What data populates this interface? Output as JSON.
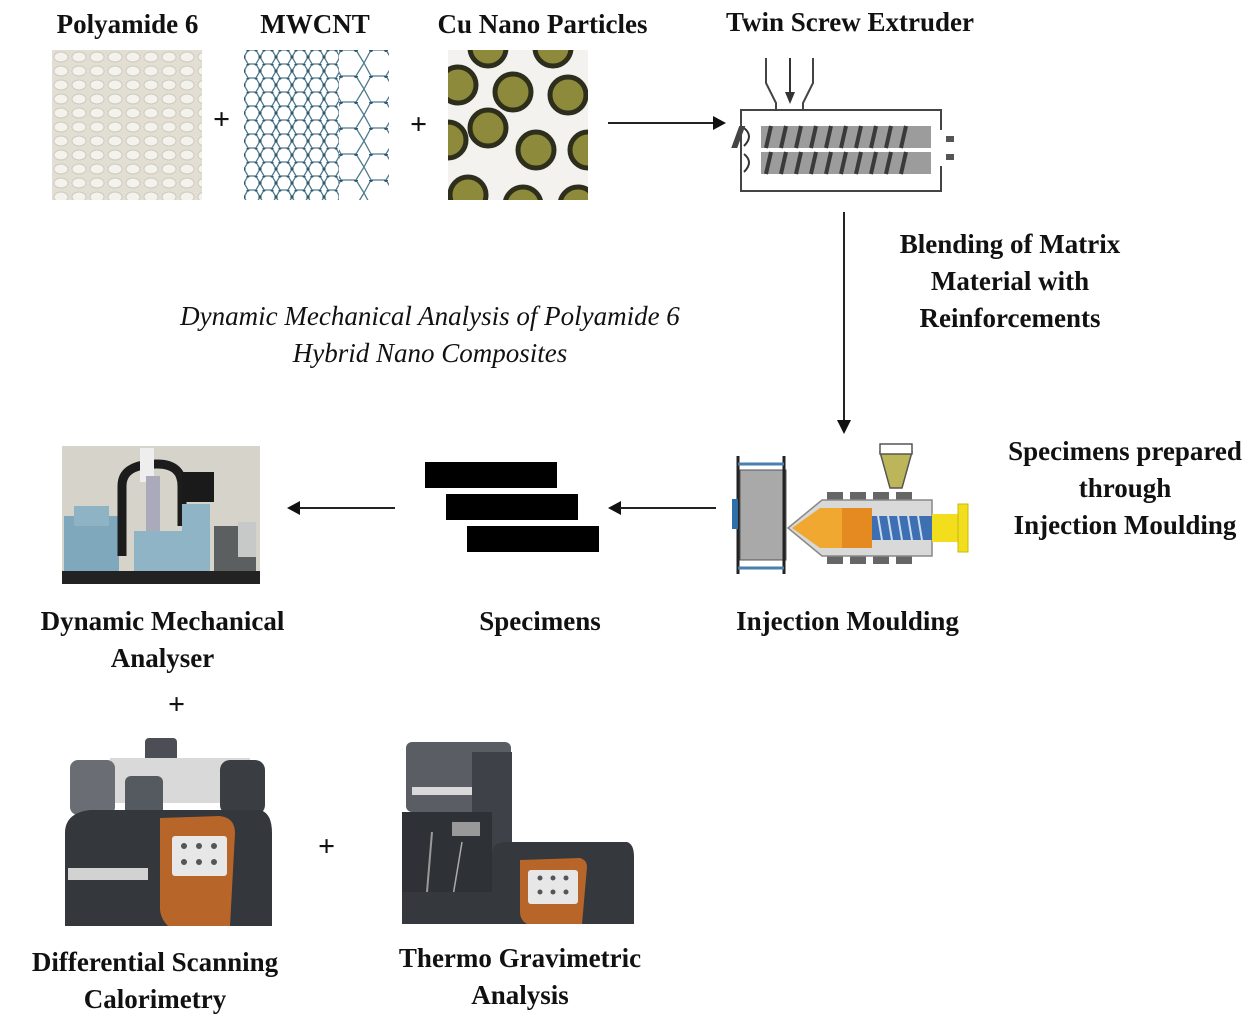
{
  "title": {
    "line1": "Dynamic Mechanical Analysis of Polyamide 6",
    "line2": "Hybrid Nano Composites"
  },
  "inputs": [
    {
      "label": "Polyamide 6",
      "icon": "polyamide-pellets-image"
    },
    {
      "label": "MWCNT",
      "icon": "mwcnt-lattice-image"
    },
    {
      "label": "Cu Nano Particles",
      "icon": "cu-nanoparticles-image"
    }
  ],
  "plus_symbol": "+",
  "extruder": {
    "label": "Twin Screw Extruder",
    "icon": "twin-screw-extruder-diagram"
  },
  "blending": {
    "line1": "Blending of Matrix",
    "line2": "Material with",
    "line3": "Reinforcements"
  },
  "injection": {
    "label": "Injection Moulding",
    "icon": "injection-moulding-diagram"
  },
  "specimens_note": {
    "line1": "Specimens prepared",
    "line2": "through",
    "line3": "Injection Moulding"
  },
  "specimens": {
    "label": "Specimens",
    "count": 3
  },
  "dma": {
    "line1": "Dynamic Mechanical",
    "line2": "Analyser",
    "icon": "dma-instrument-photo"
  },
  "dsc": {
    "line1": "Differential Scanning",
    "line2": "Calorimetry",
    "icon": "dsc-instrument-photo"
  },
  "tga": {
    "line1": "Thermo Gravimetric",
    "line2": "Analysis",
    "icon": "tga-instrument-photo"
  },
  "colors": {
    "text": "#111111",
    "instrument_body": "#3a3d42",
    "instrument_accent": "#b8652a",
    "cu_particle": "#8e8a3c",
    "mwcnt": "#4d7a90",
    "extruder_yellow": "#f2de1c"
  }
}
